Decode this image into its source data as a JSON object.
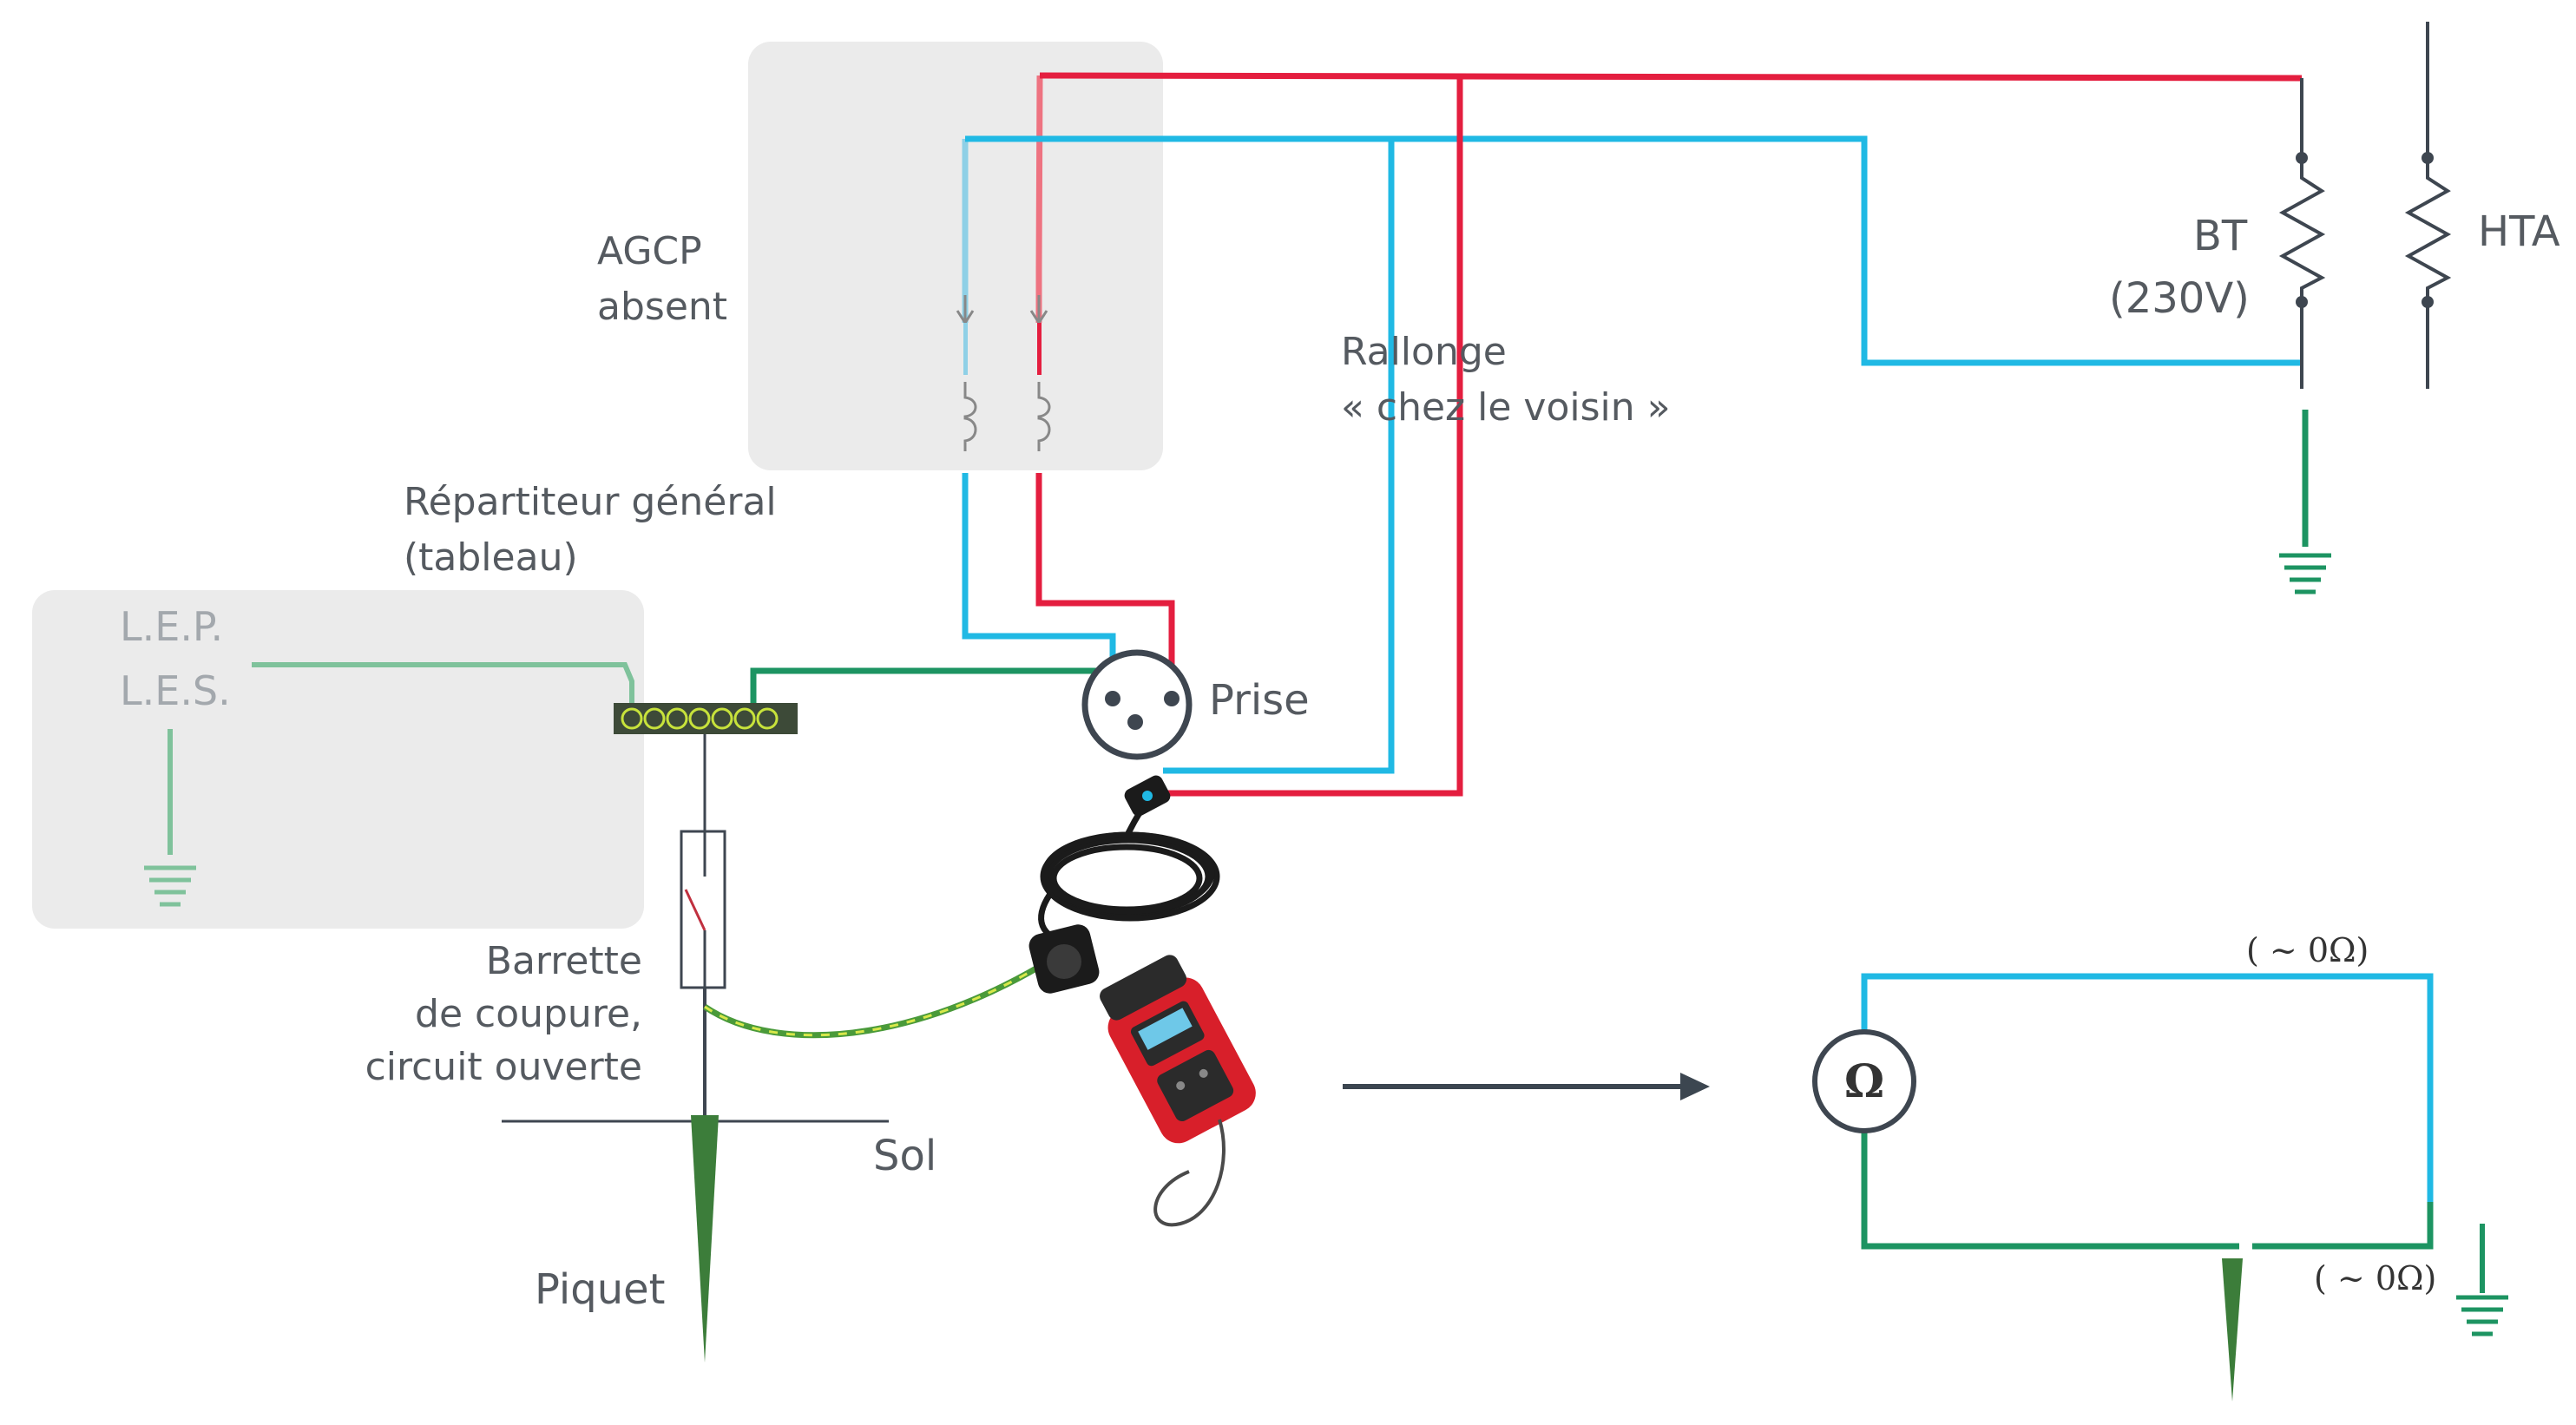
{
  "labels": {
    "agcp_line1": "AGCP",
    "agcp_line2": "absent",
    "repartiteur_line1": "Répartiteur général",
    "repartiteur_line2": "(tableau)",
    "lep": "L.E.P.",
    "les": "L.E.S.",
    "prise": "Prise",
    "rallonge_line1": "Rallonge",
    "rallonge_line2": "« chez le voisin »",
    "bt_line1": "BT",
    "bt_line2": "(230V)",
    "hta": "HTA",
    "barrette_line1": "Barrette",
    "barrette_line2": "de coupure,",
    "barrette_line3": "circuit ouverte",
    "sol": "Sol",
    "piquet": "Piquet",
    "ohm_symbol": "Ω",
    "resistance_top": "( ~ 0Ω)",
    "resistance_bottom": "( ~ 0Ω)"
  },
  "colors": {
    "phase": "#e41e3f",
    "phase_light": "#ee7381",
    "neutral": "#20b9e4",
    "neutral_light": "#8fd0e6",
    "earth": "#1d9462",
    "earth_light": "#7fc29b",
    "panel": "#ebebeb",
    "piquet": "#3c7d3a",
    "arrow": "#3c4650"
  }
}
